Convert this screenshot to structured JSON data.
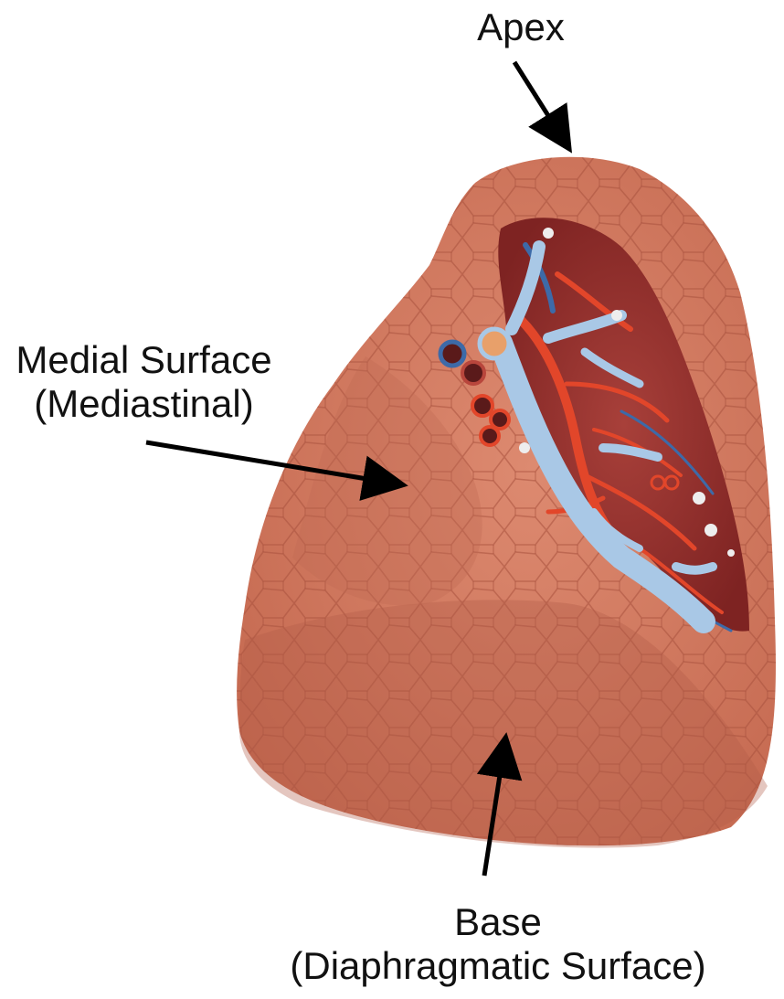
{
  "labels": {
    "apex": "Apex",
    "medial_line1": "Medial Surface",
    "medial_line2": "(Mediastinal)",
    "base_line1": "Base",
    "base_line2": "(Diaphragmatic Surface)"
  },
  "colors": {
    "lung_surface": "#d27a62",
    "lung_shadow": "#b35c47",
    "hilum_tissue": "#9a2f2a",
    "artery": "#e2462a",
    "bronchus": "#a9c8e6",
    "vein": "#3d6aa8",
    "arrow": "#000000"
  }
}
